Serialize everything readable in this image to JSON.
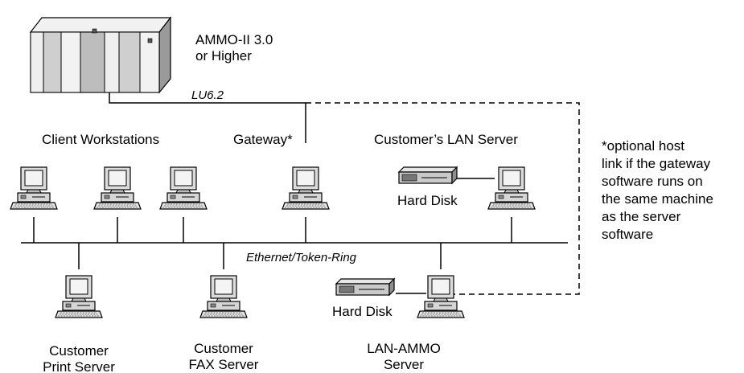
{
  "host": {
    "name_line1": "AMMO-II 3.0",
    "name_line2": "or Higher",
    "link_label": "LU6.2"
  },
  "groups": {
    "client_workstations": "Client Workstations",
    "gateway": "Gateway*",
    "customer_lan_server": "Customer’s LAN Server"
  },
  "network_label": "Ethernet/Token-Ring",
  "hard_disk_label": "Hard Disk",
  "servers": {
    "print_line1": "Customer",
    "print_line2": "Print Server",
    "fax_line1": "Customer",
    "fax_line2": "FAX Server",
    "lan_ammo_line1": "LAN-AMMO",
    "lan_ammo_line2": "Server"
  },
  "footnote": "*optional host\nlink if the gateway\nsoftware runs on\nthe same machine\nas the server\nsoftware",
  "colors": {
    "line": "#000000",
    "mainframe_light": "#f2f2f2",
    "mainframe_mid": "#cfcfcf",
    "mainframe_dark": "#9a9a9a",
    "screen": "#f4f4f4",
    "device_gray": "#bdbdbd"
  }
}
